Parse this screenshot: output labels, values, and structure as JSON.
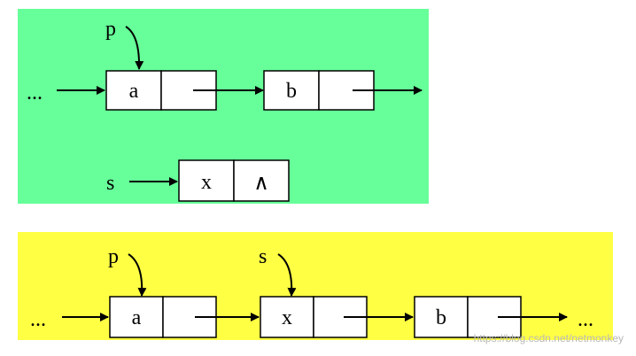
{
  "colors": {
    "panel_top": "#66ff99",
    "panel_bottom": "#ffff44"
  },
  "top": {
    "ellipsis_left": "...",
    "pointer_p": "p",
    "node_a": "a",
    "node_b": "b",
    "pointer_s": "s",
    "node_x": "x",
    "null_symbol": "∧"
  },
  "bottom": {
    "ellipsis_left": "...",
    "pointer_p": "p",
    "pointer_s": "s",
    "node_a": "a",
    "node_x": "x",
    "node_b": "b",
    "ellipsis_right": "..."
  },
  "watermark": "https://blog.csdn.net/netmonkey"
}
